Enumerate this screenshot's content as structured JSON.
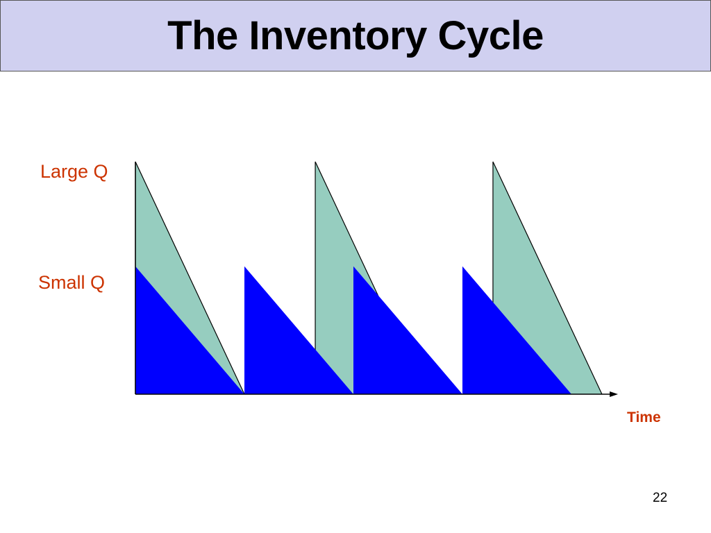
{
  "slide": {
    "title": "The Inventory Cycle",
    "page_number": "22"
  },
  "labels": {
    "large_q": "Large Q",
    "small_q": "Small Q",
    "time": "Time"
  },
  "colors": {
    "title_bg": "#d0d0f0",
    "large_q_fill": "#96cdbf",
    "small_q_fill": "#0000ff",
    "label_red": "#cc3300",
    "axis": "#000000"
  },
  "chart_data": {
    "type": "area",
    "xlabel": "Time",
    "ylabel": "",
    "ylim": [
      0,
      1
    ],
    "xlim": [
      0,
      4.3
    ],
    "levels": {
      "large_q": 1.0,
      "small_q": 0.55
    },
    "series": [
      {
        "name": "Large Q",
        "cycles": [
          {
            "start": 0.0,
            "end": 1.0
          },
          {
            "start": 1.65,
            "end": 2.65
          },
          {
            "start": 3.28,
            "end": 4.28
          }
        ]
      },
      {
        "name": "Small Q",
        "cycles": [
          {
            "start": 0.0,
            "end": 1.0
          },
          {
            "start": 1.0,
            "end": 2.0
          },
          {
            "start": 2.0,
            "end": 3.0
          },
          {
            "start": 3.0,
            "end": 4.0
          }
        ]
      }
    ]
  }
}
